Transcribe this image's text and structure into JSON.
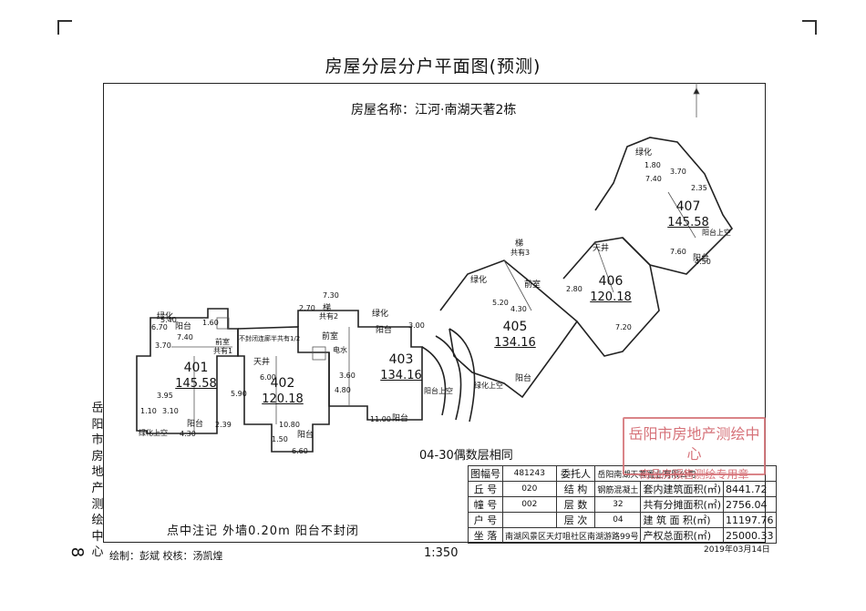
{
  "title": "房屋分层分户平面图(预测)",
  "building_name": "房屋名称：江河·南湖天著2栋",
  "common_note": "04-30偶数层相同",
  "footnote": "点中注记  外墙0.20m  阳台不封闭",
  "side_org": [
    "岳",
    "阳",
    "市",
    "房",
    "地",
    "产",
    "测",
    "绘",
    "中",
    "心"
  ],
  "page_number": "8",
  "drawer": "绘制：彭斌      校核：汤凯煌",
  "scale": "1:350",
  "date": "2019年03月14日",
  "stamp": [
    "岳阳市房地产测绘中心",
    "商品房预售测绘专用章"
  ],
  "info_table": {
    "r1": {
      "l1": "图幅号",
      "v1": "481243",
      "l2": "委托人",
      "v2": "岳阳南湖天著置业有限公司"
    },
    "r2": {
      "l1": "丘    号",
      "v1": "020",
      "l2": "结    构",
      "v2": "钢筋混凝土",
      "l3": "套内建筑面积(㎡)",
      "v3": "8441.72"
    },
    "r3": {
      "l1": "幢    号",
      "v1": "002",
      "l2": "层    数",
      "v2": "32",
      "l3": "共有分摊面积(㎡)",
      "v3": "2756.04"
    },
    "r4": {
      "l1": "户    号",
      "v1": "",
      "l2": "层    次",
      "v2": "04",
      "l3": "建 筑 面 积(㎡)",
      "v3": "11197.76"
    },
    "r5": {
      "l1": "坐    落",
      "v1": "南湖风景区天灯咀社区南湖游路99号",
      "l3": "产权总面积(㎡)",
      "v3": "25000.33"
    }
  },
  "units": [
    {
      "num": "401",
      "area": "145.58"
    },
    {
      "num": "402",
      "area": "120.18"
    },
    {
      "num": "403",
      "area": "134.16"
    },
    {
      "num": "405",
      "area": "134.16"
    },
    {
      "num": "406",
      "area": "120.18"
    },
    {
      "num": "407",
      "area": "145.58"
    }
  ],
  "rooms": {
    "lvhua": "绿化",
    "yangtai": "阳台",
    "tianjing": "天井",
    "qianshi": "前室",
    "tijing": "梯",
    "gongyou2": "共有2",
    "gongyou3": "共有3",
    "gongyou1": "共有1",
    "dianshui": "电水",
    "corridor": "不封闭连廊半共有1/2",
    "lvhua_shangkong": "绿化上空",
    "yangtai_shangkong": "阳台上空"
  },
  "dims": [
    "5.40",
    "6.70",
    "1.60",
    "7.40",
    "3.70",
    "7.30",
    "2.70",
    "3.00",
    "4.80",
    "10.80",
    "1.50",
    "6.60",
    "6.00",
    "3.60",
    "5.90",
    "11.00",
    "3.95",
    "4.30",
    "3.10",
    "1.10",
    "2.39",
    "5.20",
    "4.30",
    "2.80",
    "7.20",
    "4.50",
    "7.60",
    "3.70",
    "7.40",
    "2.35",
    "1.80"
  ]
}
